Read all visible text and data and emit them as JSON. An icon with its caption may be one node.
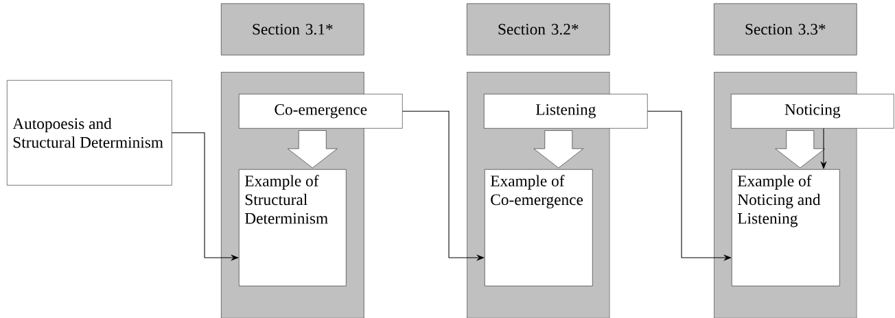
{
  "diagram": {
    "nodes": [
      {
        "text": [
          "Section 3.1*"
        ]
      },
      {
        "text": [
          "Section 3.2*"
        ]
      },
      {
        "text": [
          "Section 3.3*"
        ]
      },
      {
        "text": [
          "Autopoesis and Structural Determinism"
        ]
      },
      {
        "text": [],
        "shape": "box"
      },
      {
        "text": [
          "Co-emergence"
        ]
      },
      {
        "text": [
          "Example of Structural Determinism"
        ],
        "in": 4
      },
      {
        "text": [],
        "shape": "box"
      },
      {
        "text": [
          "Listening"
        ]
      },
      {
        "text": [
          "Example of Co-emergence"
        ],
        "in": 7
      },
      {
        "text": [],
        "shape": "box"
      },
      {
        "text": [
          "Noticing"
        ]
      },
      {
        "text": [
          "Example of Noticing and Listening"
        ],
        "in": 10
      }
    ],
    "edges": [
      {
        "from": 3,
        "to": 6,
        "arrow": "to"
      },
      {
        "from": 5,
        "to": 6,
        "arrow": "to",
        "style": "thick"
      },
      {
        "from": 5,
        "to": 9,
        "arrow": "to"
      },
      {
        "from": 8,
        "to": 9,
        "arrow": "to",
        "style": "thick"
      },
      {
        "from": 8,
        "to": 12,
        "arrow": "to"
      },
      {
        "from": 11,
        "to": 12,
        "arrow": "to",
        "style": "thick"
      },
      {
        "from": 11,
        "to": 12,
        "arrow": "to"
      }
    ]
  }
}
